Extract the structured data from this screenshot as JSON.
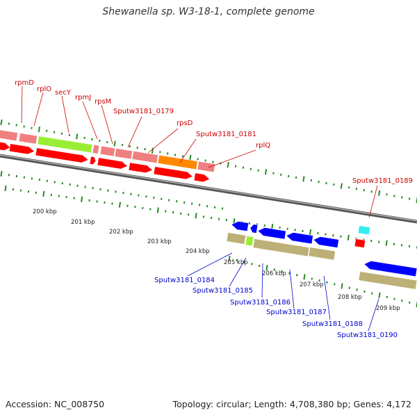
{
  "title": "Shewanella sp. W3-18-1, complete genome",
  "footer": {
    "accession": "Accession: NC_008750",
    "topology": "Topology: circular; Length: 4,708,380 bp; Genes: 4,172"
  },
  "colors": {
    "forward_gene_label": "#cc0000",
    "reverse_gene_label": "#0000cc",
    "forward_cds": "#ff0000",
    "reverse_cds": "#0000ff",
    "forward_gene_box": "#f08080",
    "reverse_gene_box": "#bdb076",
    "highlight_green": "#99ee33",
    "highlight_orange": "#ff8800",
    "highlight_cyan": "#33eeee",
    "backbone": "#777777",
    "tick": "#228b22"
  },
  "scale_labels": [
    "200 kbp",
    "201 kbp",
    "202 kbp",
    "203 kbp",
    "204 kbp",
    "205 kbp",
    "206 kbp",
    "207 kbp",
    "208 kbp",
    "209 kbp"
  ],
  "forward_labels": [
    "rpmD",
    "rplO",
    "secY",
    "rpmJ",
    "rpsM",
    "Sputw3181_0179",
    "rpsD",
    "Sputw3181_0181",
    "rplQ",
    "Sputw3181_0189"
  ],
  "reverse_labels": [
    "Sputw3181_0184",
    "Sputw3181_0185",
    "Sputw3181_0186",
    "Sputw3181_0187",
    "Sputw3181_0188",
    "Sputw3181_0190"
  ]
}
